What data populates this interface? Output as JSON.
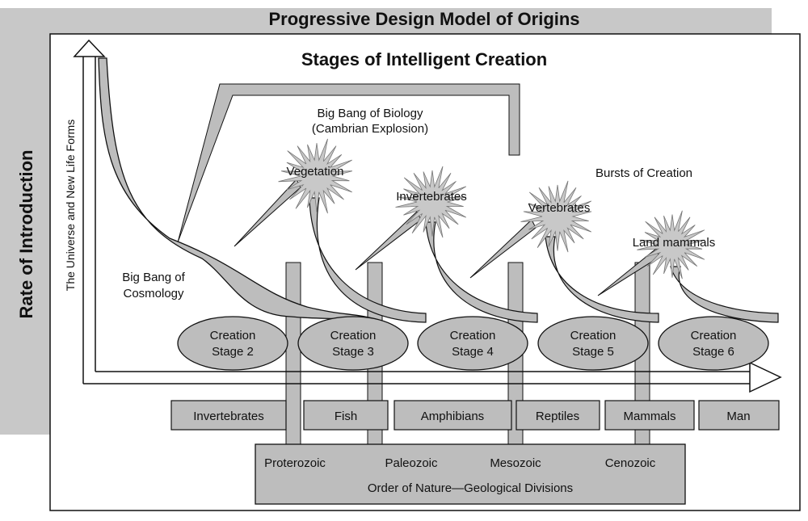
{
  "diagram": {
    "outer_title": "Progressive Design Model of Origins",
    "inner_title": "Stages of Intelligent Creation",
    "side_label": "Rate of Introduction",
    "vertical_label": "The Universe and New Life Forms",
    "big_bang_biology": [
      "Big Bang of Biology",
      "(Cambrian Explosion)"
    ],
    "big_bang_cosmology": [
      "Big Bang of",
      "Cosmology"
    ],
    "bursts_label": "Bursts of Creation",
    "bursts": [
      "Vegetation",
      "Invertebrates",
      "Vertebrates",
      "Land mammals"
    ],
    "stages": [
      {
        "line1": "Creation",
        "line2": "Stage 2"
      },
      {
        "line1": "Creation",
        "line2": "Stage 3"
      },
      {
        "line1": "Creation",
        "line2": "Stage 4"
      },
      {
        "line1": "Creation",
        "line2": "Stage 5"
      },
      {
        "line1": "Creation",
        "line2": "Stage 6"
      }
    ],
    "life_forms": [
      "Invertebrates",
      "Fish",
      "Amphibians",
      "Reptiles",
      "Mammals",
      "Man"
    ],
    "eras": [
      "Proterozoic",
      "Paleozoic",
      "Mesozoic",
      "Cenozoic"
    ],
    "eras_caption": "Order of Nature—Geological Divisions",
    "colors": {
      "gray": "#bdbdbd",
      "frame": "#c8c8c8",
      "line": "#111111",
      "background": "#ffffff"
    }
  }
}
